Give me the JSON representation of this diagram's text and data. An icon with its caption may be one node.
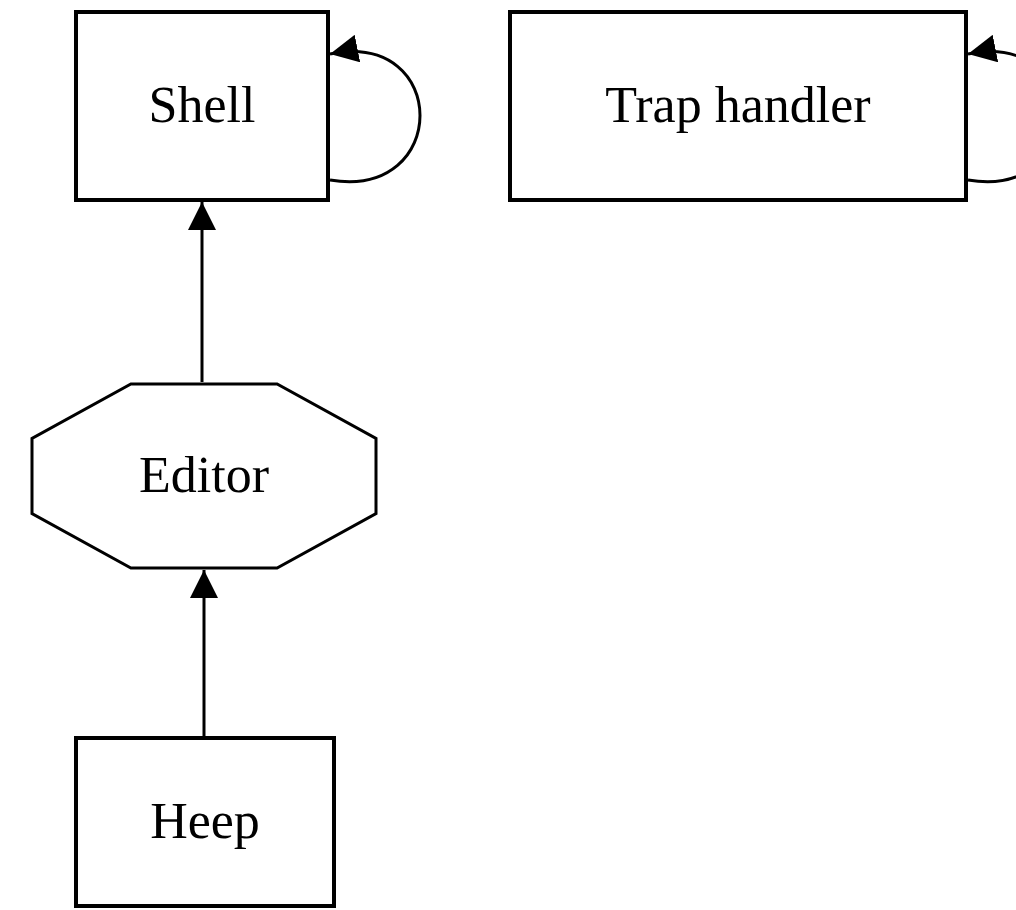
{
  "diagram": {
    "nodes": [
      {
        "text": [
          "Shell"
        ]
      },
      {
        "text": [
          "Trap handler"
        ]
      },
      {
        "text": [
          "Editor"
        ]
      },
      {
        "text": [
          "Heep"
        ]
      }
    ],
    "edges": [
      {
        "from": 0,
        "to": 0,
        "arrow": "to"
      },
      {
        "from": 1,
        "to": 1,
        "arrow": "to"
      },
      {
        "from": 2,
        "to": 0,
        "arrow": "to"
      },
      {
        "from": 3,
        "to": 2,
        "arrow": "to"
      }
    ]
  }
}
